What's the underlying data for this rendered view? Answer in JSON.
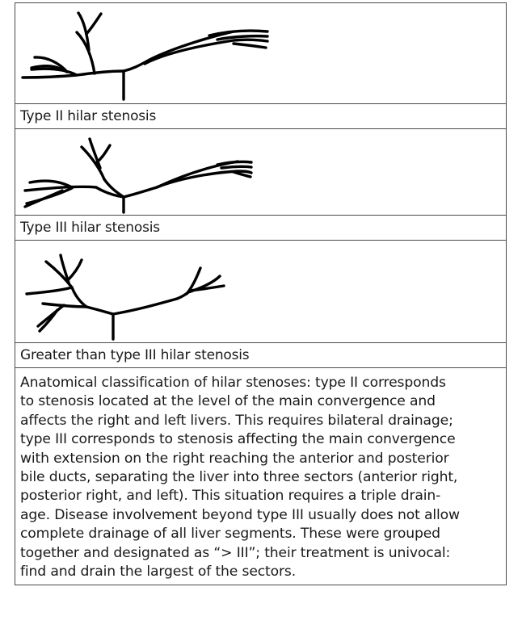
{
  "rows": [
    {
      "caption": "Type II hilar stenosis"
    },
    {
      "caption": "Type III hilar stenosis"
    },
    {
      "caption": "Greater than type III hilar stenosis"
    }
  ],
  "description_lines": [
    "Anatomical classification of hilar stenoses: type II corresponds",
    "to stenosis located at the level of the main convergence and",
    "affects the right and left livers. This requires bilateral drainage;",
    "type III corresponds to stenosis affecting the main convergence",
    "with extension on the right reaching the anterior and posterior",
    "bile ducts, separating the liver into three sectors (anterior right,",
    "posterior right, and left). This situation requires a triple drain-",
    "age. Disease involvement beyond type III usually does not allow",
    "complete drainage of all liver segments. These were grouped",
    "together and designated as “> III”; their treatment is univocal:",
    "find and drain the largest of the sectors."
  ]
}
